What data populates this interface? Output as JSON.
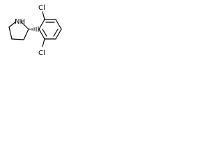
{
  "molecule": {
    "atoms": {
      "nitrogen": "NH",
      "chlorine_top": "Cl",
      "chlorine_bottom": "Cl"
    },
    "stereo_bond": "hashed-wedge"
  }
}
